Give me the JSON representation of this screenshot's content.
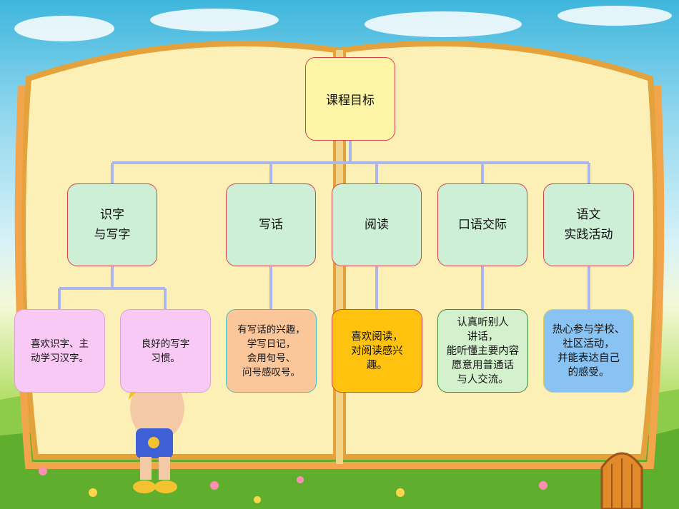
{
  "diagram": {
    "root": {
      "label": "课程目标"
    },
    "branches": [
      {
        "label": "识字\n与写字"
      },
      {
        "label": "写话"
      },
      {
        "label": "阅读"
      },
      {
        "label": "口语交际"
      },
      {
        "label": "语文\n实践活动"
      }
    ],
    "leaves": [
      {
        "label": "喜欢识字、主\n动学习汉字。"
      },
      {
        "label": "良好的写字\n习惯。"
      },
      {
        "label": "有写话的兴趣，\n学写日记，\n会用句号、\n问号感叹号。"
      },
      {
        "label": "喜欢阅读，\n对阅读感兴\n趣。"
      },
      {
        "label": "认真听别人\n讲话，\n能听懂主要内容\n愿意用普通话\n与人交流。"
      },
      {
        "label": "热心参与学校、\n社区活动，\n并能表达自己\n的感受。"
      }
    ]
  },
  "colors": {
    "connector": "#aab7e8",
    "node_border": "#d8424a",
    "root_fill": "#fdf6a6",
    "branch_fill": "#ccefd6",
    "leaf_pink": "#f8c9f4",
    "leaf_peach": "#fbc79a",
    "leaf_orange": "#ffc20e",
    "leaf_green": "#d3f1cc",
    "leaf_blue": "#88c3f4"
  }
}
